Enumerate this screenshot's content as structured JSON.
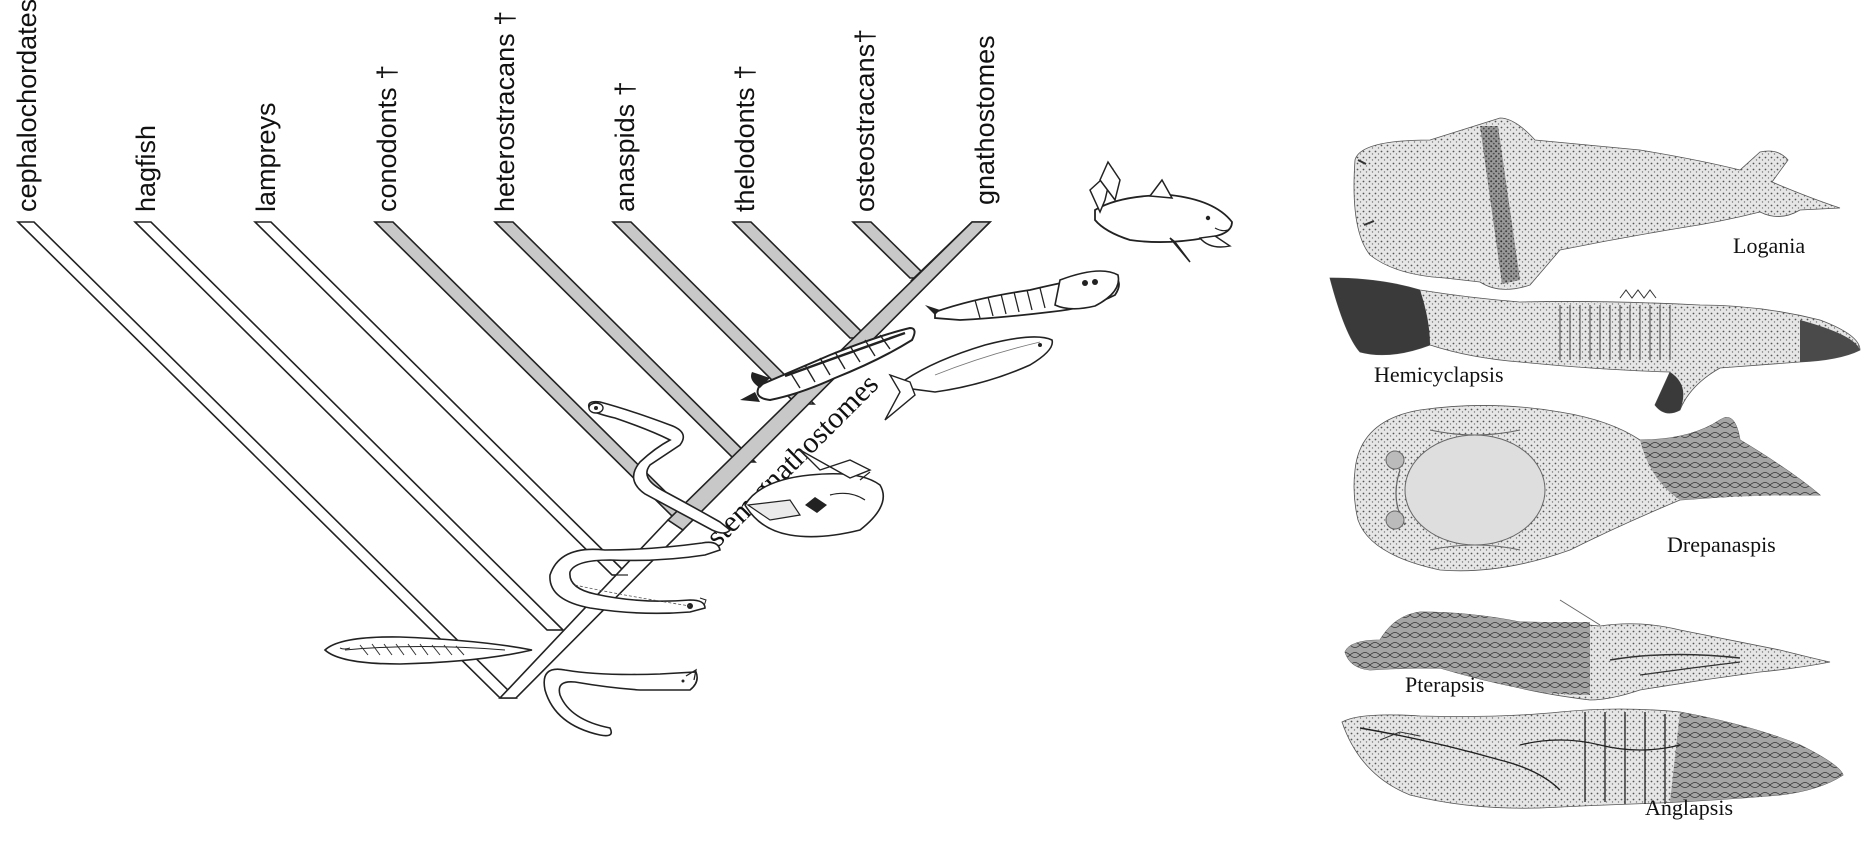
{
  "cladogram": {
    "taxa": [
      {
        "label": "cephalochordates",
        "extinct": false
      },
      {
        "label": "hagfish",
        "extinct": false
      },
      {
        "label": "lampreys",
        "extinct": false
      },
      {
        "label": "conodonts †",
        "extinct": true
      },
      {
        "label": "heterostracans †",
        "extinct": true
      },
      {
        "label": "anaspids †",
        "extinct": true
      },
      {
        "label": "thelodonts †",
        "extinct": true
      },
      {
        "label": "osteostracans†",
        "extinct": true
      },
      {
        "label": "gnathostomes",
        "extinct": false
      }
    ],
    "stem_label": "stem gnathostomes",
    "colors": {
      "extinct_branch": "#c8c8c8",
      "living_branch": "#ffffff",
      "outline": "#222222"
    }
  },
  "fossils": [
    {
      "name": "Logania"
    },
    {
      "name": "Hemicyclapsis"
    },
    {
      "name": "Drepanaspis"
    },
    {
      "name": "Pterapsis"
    },
    {
      "name": "Anglapsis"
    }
  ]
}
